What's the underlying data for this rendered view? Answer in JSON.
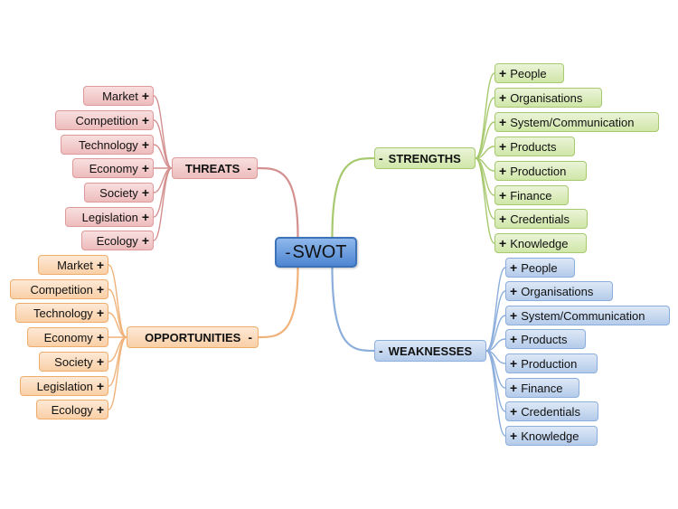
{
  "center": {
    "label": "SWOT",
    "toggle": "-"
  },
  "colors": {
    "strengths": "#a7c96f",
    "weaknesses": "#8caedc",
    "threats": "#d48f8f",
    "opportunities": "#f0b27a",
    "center": "#4e86d2"
  },
  "branches": {
    "strengths": {
      "label": "STRENGTHS",
      "toggle": "-",
      "items": [
        {
          "label": "People",
          "toggle": "+"
        },
        {
          "label": "Organisations",
          "toggle": "+"
        },
        {
          "label": "System/Communication",
          "toggle": "+"
        },
        {
          "label": "Products",
          "toggle": "+"
        },
        {
          "label": "Production",
          "toggle": "+"
        },
        {
          "label": "Finance",
          "toggle": "+"
        },
        {
          "label": "Credentials",
          "toggle": "+"
        },
        {
          "label": "Knowledge",
          "toggle": "+"
        }
      ]
    },
    "weaknesses": {
      "label": "WEAKNESSES",
      "toggle": "-",
      "items": [
        {
          "label": "People",
          "toggle": "+"
        },
        {
          "label": "Organisations",
          "toggle": "+"
        },
        {
          "label": "System/Communication",
          "toggle": "+"
        },
        {
          "label": "Products",
          "toggle": "+"
        },
        {
          "label": "Production",
          "toggle": "+"
        },
        {
          "label": "Finance",
          "toggle": "+"
        },
        {
          "label": "Credentials",
          "toggle": "+"
        },
        {
          "label": "Knowledge",
          "toggle": "+"
        }
      ]
    },
    "threats": {
      "label": "THREATS",
      "toggle": "-",
      "items": [
        {
          "label": "Market",
          "toggle": "+"
        },
        {
          "label": "Competition",
          "toggle": "+"
        },
        {
          "label": "Technology",
          "toggle": "+"
        },
        {
          "label": "Economy",
          "toggle": "+"
        },
        {
          "label": "Society",
          "toggle": "+"
        },
        {
          "label": "Legislation",
          "toggle": "+"
        },
        {
          "label": "Ecology",
          "toggle": "+"
        }
      ]
    },
    "opportunities": {
      "label": "OPPORTUNITIES",
      "toggle": "-",
      "items": [
        {
          "label": "Market",
          "toggle": "+"
        },
        {
          "label": "Competition",
          "toggle": "+"
        },
        {
          "label": "Technology",
          "toggle": "+"
        },
        {
          "label": "Economy",
          "toggle": "+"
        },
        {
          "label": "Society",
          "toggle": "+"
        },
        {
          "label": "Legislation",
          "toggle": "+"
        },
        {
          "label": "Ecology",
          "toggle": "+"
        }
      ]
    }
  }
}
